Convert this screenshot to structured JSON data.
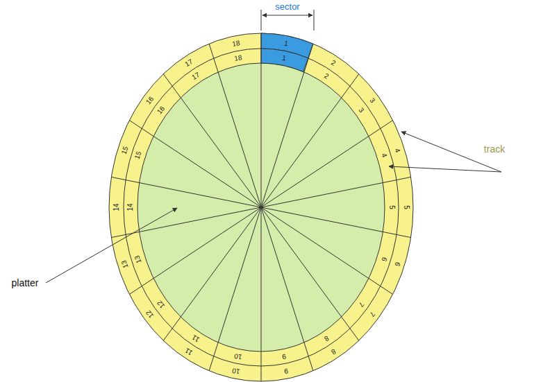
{
  "diagram": {
    "labels": [
      "sector",
      "1",
      "2",
      "3",
      "4",
      "5",
      "6",
      "7",
      "8",
      "9",
      "10",
      "11",
      "12",
      "13",
      "14",
      "15",
      "16",
      "17",
      "18",
      "1",
      "2",
      "3",
      "4",
      "5",
      "6",
      "7",
      "8",
      "9",
      "10",
      "11",
      "12",
      "13",
      "14",
      "15",
      "16",
      "17",
      "18",
      "track",
      "platter"
    ]
  }
}
